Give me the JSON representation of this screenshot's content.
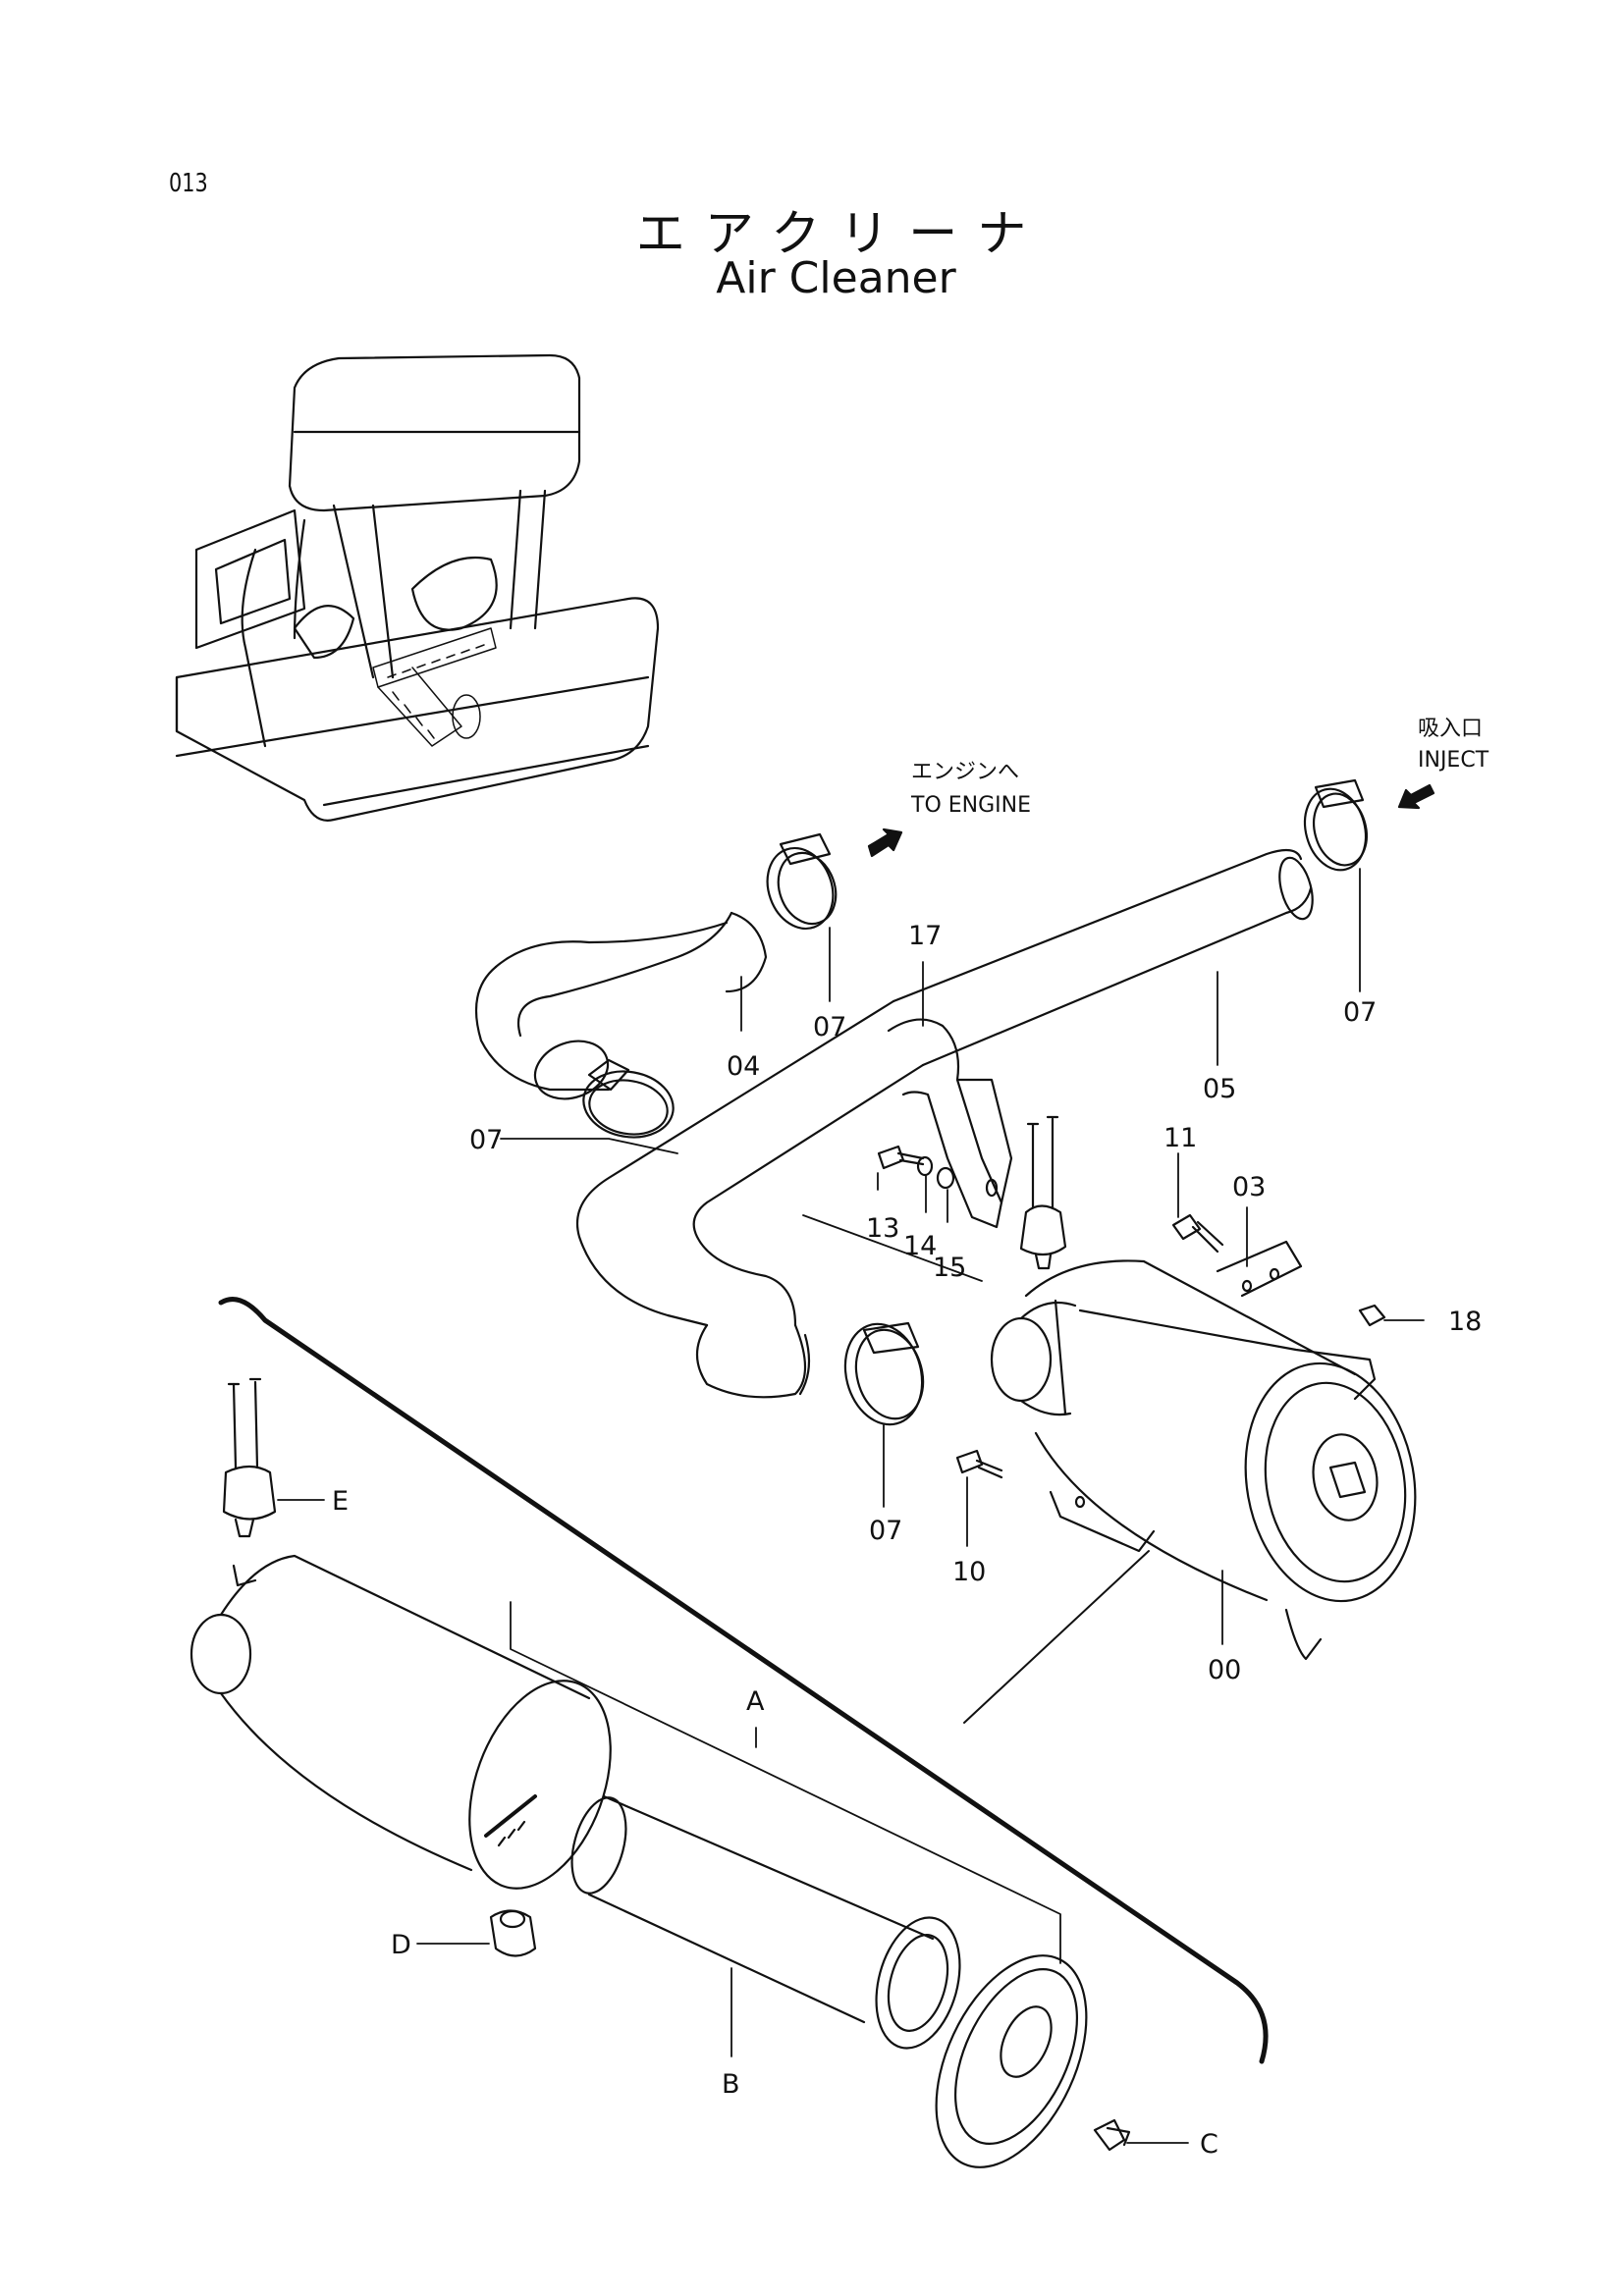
{
  "header": {
    "page_number": "013",
    "title_ja": "エアクリーナ",
    "title_en": "Air Cleaner"
  },
  "annotations": {
    "to_engine_ja": "エンジンへ",
    "to_engine_en": "TO  ENGINE",
    "inject_ja": "吸入口",
    "inject_en": "INJECT"
  },
  "callouts": {
    "c00": "00",
    "c03": "03",
    "c04": "04",
    "c05": "05",
    "c07a": "07",
    "c07b": "07",
    "c07c": "07",
    "c07d": "07",
    "c10": "10",
    "c11": "11",
    "c13": "13",
    "c14": "14",
    "c15": "15",
    "c17": "17",
    "c18": "18",
    "cA": "A",
    "cB": "B",
    "cC": "C",
    "cD": "D",
    "cE": "E"
  }
}
